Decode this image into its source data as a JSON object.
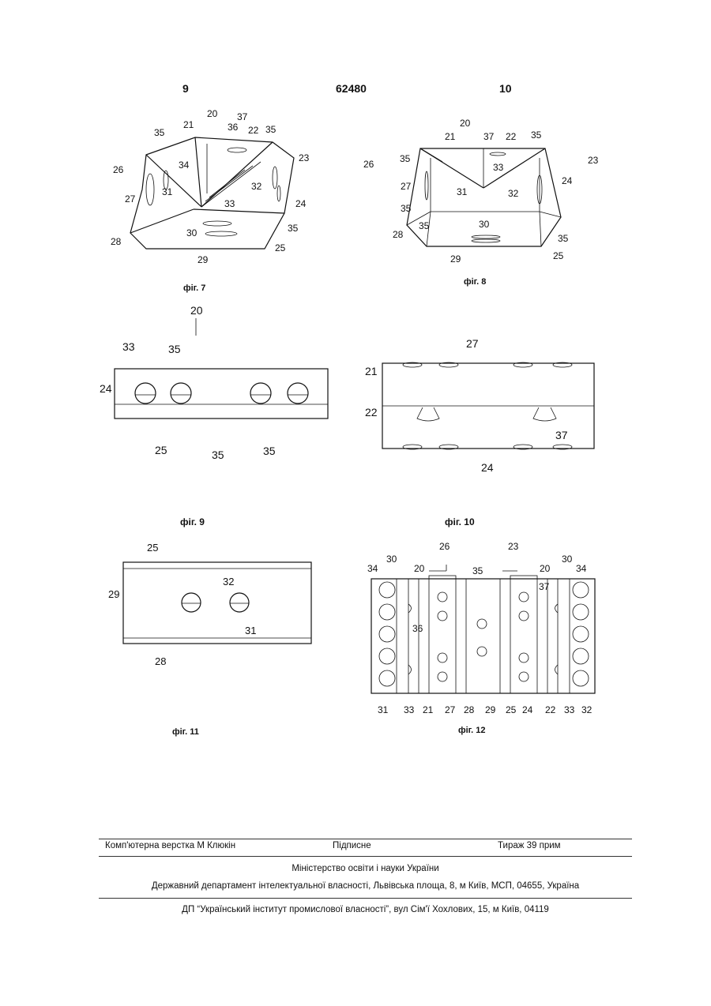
{
  "header": {
    "left": "9",
    "center": "62480",
    "right": "10"
  },
  "figures": {
    "fig7": {
      "caption": "фіг. 7",
      "labels": [
        "20",
        "21",
        "22",
        "35",
        "35",
        "36",
        "37",
        "23",
        "26",
        "34",
        "31",
        "32",
        "33",
        "27",
        "24",
        "30",
        "35",
        "28",
        "29",
        "25"
      ]
    },
    "fig8": {
      "caption": "фіг. 8",
      "labels": [
        "20",
        "21",
        "37",
        "22",
        "35",
        "35",
        "33",
        "23",
        "26",
        "27",
        "31",
        "32",
        "24",
        "35",
        "30",
        "28",
        "35",
        "35",
        "29",
        "25"
      ]
    },
    "fig9": {
      "caption": "фіг. 9",
      "labels": [
        "20",
        "33",
        "35",
        "24",
        "25",
        "35",
        "35"
      ]
    },
    "fig10": {
      "caption": "фіг. 10",
      "labels": [
        "27",
        "21",
        "22",
        "37",
        "24"
      ]
    },
    "fig11": {
      "caption": "фіг. 11",
      "labels": [
        "25",
        "32",
        "29",
        "31",
        "28"
      ]
    },
    "fig12": {
      "caption": "фіг. 12",
      "top_labels": [
        "26",
        "23",
        "34",
        "30",
        "20",
        "35",
        "20",
        "30",
        "34",
        "37",
        "36"
      ],
      "bottom_labels": [
        "31",
        "33",
        "21",
        "27",
        "28",
        "29",
        "25",
        "24",
        "22",
        "33",
        "32"
      ]
    }
  },
  "footer": {
    "typesetting": "Комп'ютерна верстка М  Клюкін",
    "signed": "Підписне",
    "circulation": "Тираж 39 прим",
    "ministry": "Міністерство освіти і науки України",
    "department": "Державний департамент інтелектуальної власності, Львівська площа, 8, м  Київ, МСП, 04655, Україна",
    "institute": "ДП “Український інститут промислової власності”, вул  Сім'ї Хохлових, 15, м  Київ, 04119"
  }
}
